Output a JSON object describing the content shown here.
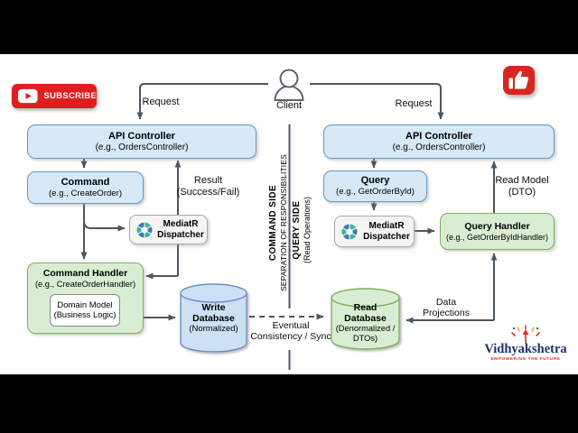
{
  "overlay": {
    "subscribe_label": "SUBSCRIBE",
    "icons": [
      "youtube-play-icon",
      "thumbs-up-icon",
      "client-person-icon",
      "mediatr-gear-icon"
    ]
  },
  "client": {
    "label": "Client"
  },
  "labels": {
    "request_left": "Request",
    "request_right": "Request",
    "result_l1": "Result",
    "result_l2": "(Success/Fail)",
    "read_model_l1": "Read Model",
    "read_model_l2": "(DTO)",
    "data_proj_l1": "Data",
    "data_proj_l2": "Projections",
    "sync_l1": "Eventual",
    "sync_l2": "Consistency / Sync"
  },
  "command_side": {
    "api_controller": {
      "title": "API Controller",
      "subtitle": "(e.g., OrdersController)"
    },
    "command": {
      "title": "Command",
      "subtitle": "(e.g., CreateOrder)"
    },
    "dispatcher": {
      "l1": "MediatR",
      "l2": "Dispatcher"
    },
    "handler": {
      "title": "Command Handler",
      "subtitle": "(e.g., CreateOrderHandler)"
    },
    "domain_model": {
      "l1": "Domain Model",
      "l2": "(Business Logic)"
    },
    "database": {
      "l1": "Write",
      "l2": "Database",
      "l3": "(Normalized)"
    }
  },
  "query_side": {
    "api_controller": {
      "title": "API Controller",
      "subtitle": "(e.g., OrdersController)"
    },
    "query": {
      "title": "Query",
      "subtitle": "(e.g., GetOrderById)"
    },
    "dispatcher": {
      "l1": "MediatR",
      "l2": "Dispatcher"
    },
    "handler": {
      "title": "Query Handler",
      "subtitle": "(e.g., GetOrderByIdHandler)"
    },
    "database": {
      "l1": "Read",
      "l2": "Database",
      "l3": "(Denormalized /",
      "l4": "DTOs)"
    }
  },
  "divider": {
    "left_title": "COMMAND SIDE",
    "left_subtitle": "SEPARATION OF RESPONSIBILITIES",
    "right_title": "QUERY SIDE",
    "right_subtitle": "(Read Operations)"
  },
  "logo": {
    "name": "Vidhyakshetra",
    "tagline": "EMPOWERING THE FUTURE"
  },
  "colors": {
    "letterbox": "#000000",
    "subscribe_red": "#e01e1e",
    "like_red": "#d9251f",
    "blue_fill": "#d7e9f7",
    "blue_border": "#6c96bb",
    "green_fill": "#d9edd3",
    "green_border": "#7fae63",
    "gray_fill": "#f4f4f2",
    "gray_border": "#aaaaaa",
    "cyl_blue_fill": "#cde1f4",
    "cyl_blue_border": "#6c8ebf",
    "arrow": "#4d565e",
    "logo_navy": "#232e66",
    "logo_red": "#dd3327",
    "mediatr_teal": "#3fb39a",
    "mediatr_blue": "#4677b2"
  }
}
